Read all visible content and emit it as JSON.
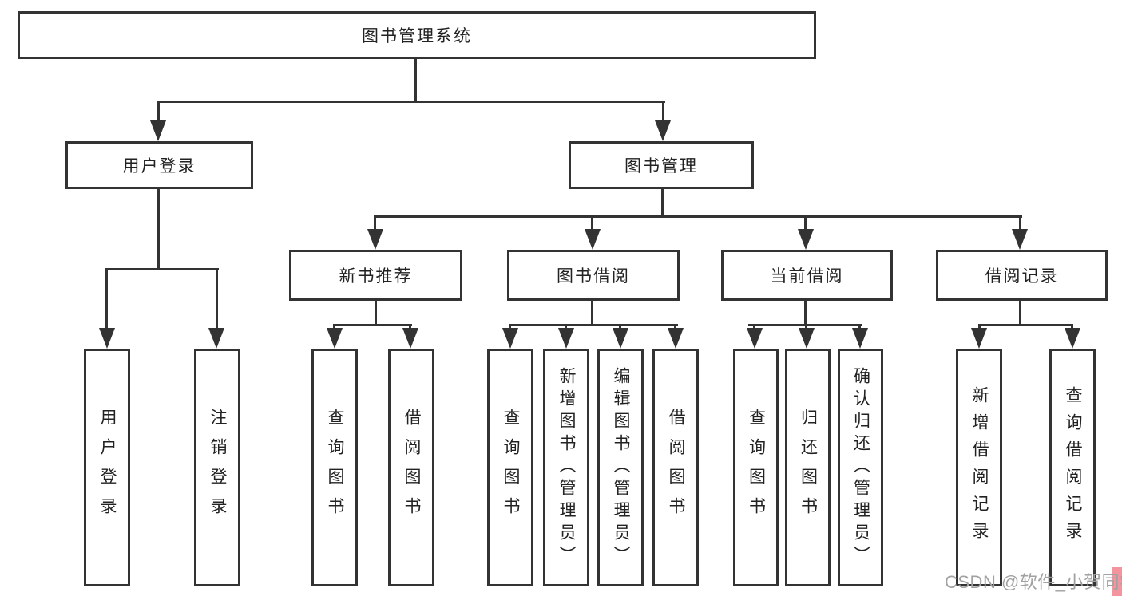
{
  "diagram": {
    "root": "图书管理系统",
    "level2": {
      "user_login": "用户登录",
      "book_mgmt": "图书管理"
    },
    "level3": {
      "new_book": "新书推荐",
      "book_borrow": "图书借阅",
      "current_borrow": "当前借阅",
      "borrow_history": "借阅记录"
    },
    "leaves": {
      "user_login": "用户登录",
      "logout": "注销登录",
      "nb_query": "查询图书",
      "nb_borrow": "借阅图书",
      "bb_query": "查询图书",
      "bb_add": "新增图书（管理员）",
      "bb_edit": "编辑图书（管理员）",
      "bb_borrow": "借阅图书",
      "cb_query": "查询图书",
      "cb_return": "归还图书",
      "cb_confirm": "确认归还（管理员）",
      "bh_add": "新增借阅记录",
      "bh_query": "查询借阅记录"
    }
  },
  "watermark": {
    "text": "CSDN @软件_小贺同学",
    "color": "#a1a1a1",
    "highlight_color": "#f2959f"
  },
  "colors": {
    "line": "#333333",
    "text": "#222222",
    "background": "#ffffff"
  }
}
